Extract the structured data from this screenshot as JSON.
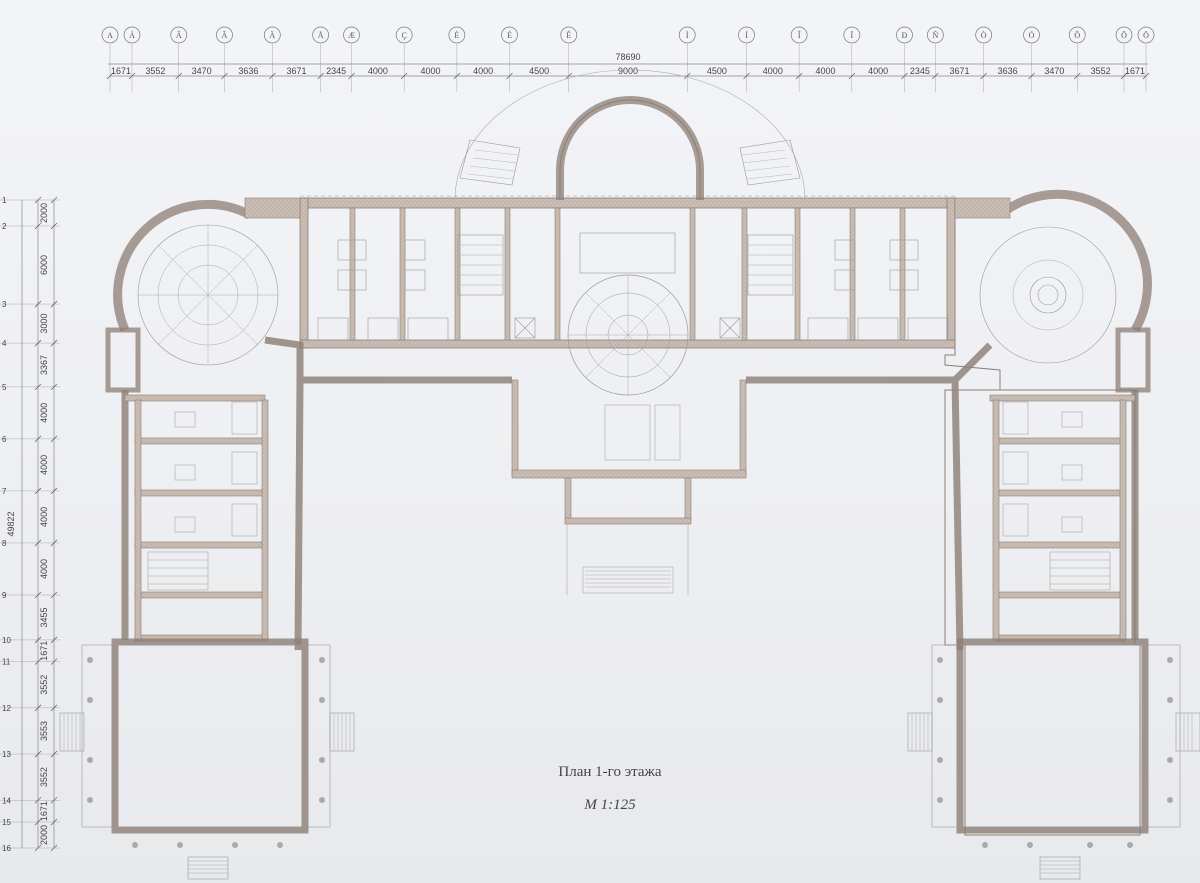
{
  "drawing": {
    "title": "План 1-го этажа",
    "scale": "М 1:125",
    "overall_width": "78690",
    "overall_depth": "49822"
  },
  "column_axes": [
    "А",
    "Á",
    "Â",
    "Ã",
    "Ä",
    "Å",
    "Æ",
    "Ç",
    "È",
    "É",
    "Ê",
    "Ì",
    "Í",
    "Î",
    "Ï",
    "Ð",
    "Ñ",
    "Ò",
    "Ó",
    "Ô",
    "Õ",
    "Ö",
    "×"
  ],
  "column_dims": [
    "1671",
    "3552",
    "3470",
    "3636",
    "3671",
    "2345",
    "4000",
    "4000",
    "4000",
    "4500",
    "9000",
    "4500",
    "4000",
    "4000",
    "4000",
    "2345",
    "3671",
    "3636",
    "3470",
    "3552",
    "1671"
  ],
  "row_axes": [
    "1",
    "2",
    "3",
    "4",
    "5",
    "6",
    "7",
    "8",
    "9",
    "10",
    "11",
    "12",
    "13",
    "14",
    "15",
    "16"
  ],
  "row_dims": [
    "2000",
    "6000",
    "3000",
    "3367",
    "4000",
    "4000",
    "4000",
    "4000",
    "3455",
    "1671",
    "3552",
    "3553",
    "3552",
    "1671",
    "2000"
  ]
}
